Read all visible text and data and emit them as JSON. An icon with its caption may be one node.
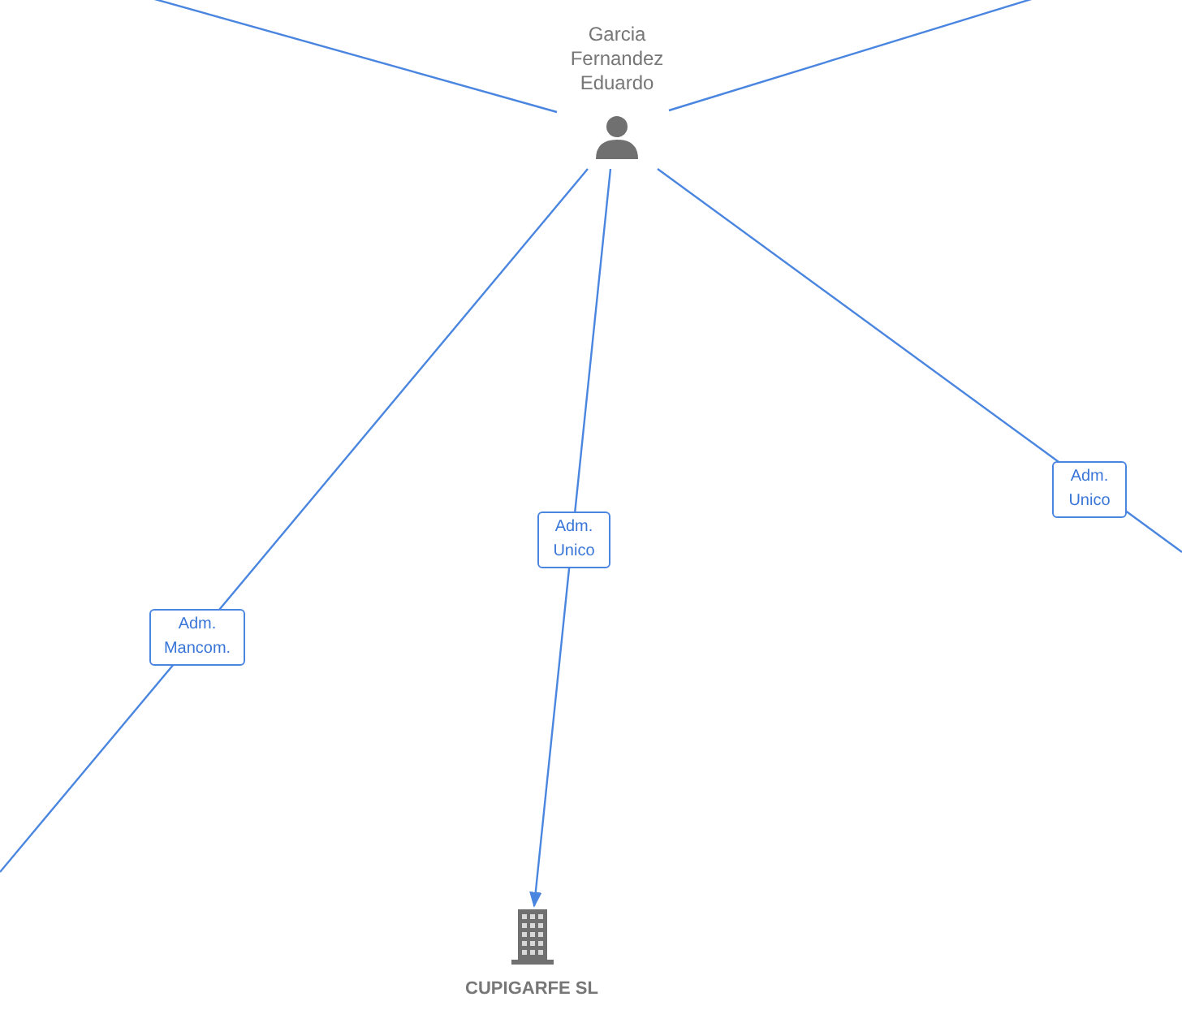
{
  "diagram": {
    "nodes": [
      {
        "text": [
          "Garcia Fernandez Eduardo"
        ]
      },
      {
        "text": [
          "CUPIGARFE SL"
        ]
      }
    ],
    "edges": [
      {
        "from": 0,
        "to": null,
        "arrow": "none"
      },
      {
        "from": 0,
        "to": null,
        "arrow": "none"
      },
      {
        "from": 0,
        "to": null,
        "label": "Adm. Mancom.",
        "arrow": "none"
      },
      {
        "from": 0,
        "to": 1,
        "label": "Adm. Unico",
        "arrow": "to"
      },
      {
        "from": 0,
        "to": null,
        "label": "Adm. Unico",
        "arrow": "none"
      }
    ]
  }
}
